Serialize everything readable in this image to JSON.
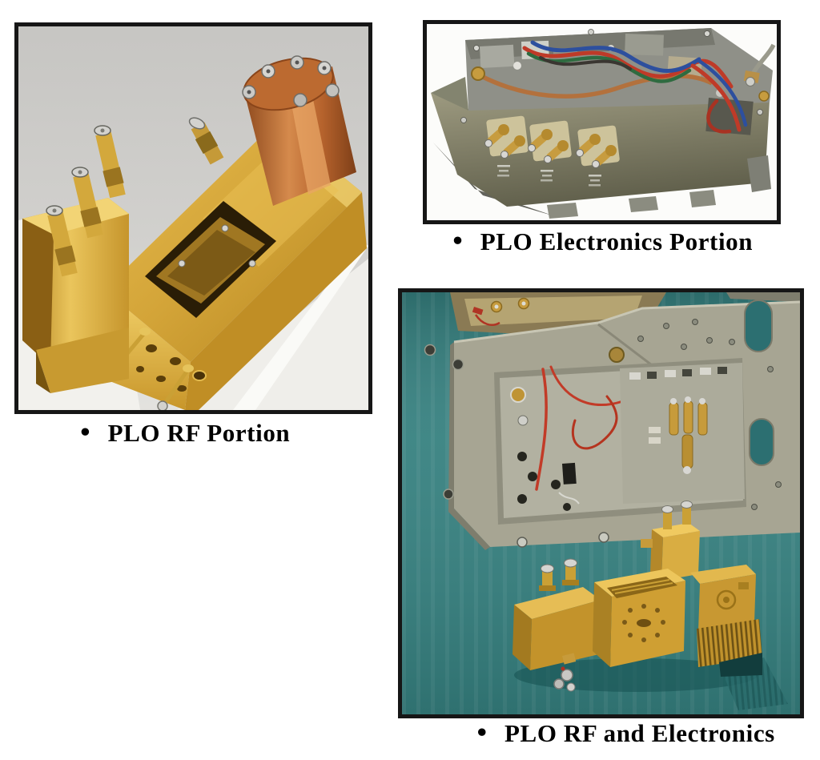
{
  "page": {
    "background": "#ffffff",
    "text_color": "#000000",
    "frame_border_color": "#161616"
  },
  "figures": [
    {
      "bullet": "•",
      "caption": "PLO RF Portion",
      "photo_subject": "gold-plated machined RF block with SMA connectors, copper oscillator cylinder and bias pins",
      "palette": {
        "background": "#cbcac7",
        "surface_white": "#f2f1ed",
        "brass": "#d3a438",
        "brass_bright": "#eec65e",
        "brass_dark": "#7a5513",
        "copper": "#b96a34",
        "steel": "#d3d2ce"
      }
    },
    {
      "bullet": "•",
      "caption": "PLO Electronics Portion",
      "photo_subject": "aluminum electronics chassis with twisted wire harness, copper coax and gold SMA connectors",
      "palette": {
        "background": "#fcfcfa",
        "chassis_top": "#8f9088",
        "chassis_face": "#8a8772",
        "wire_red": "#bf3a28",
        "wire_blue": "#2d4f9e",
        "wire_green": "#2f6b40",
        "copper_coax": "#b3713d",
        "gold": "#c79c3f"
      }
    },
    {
      "bullet": "•",
      "caption": "PLO RF and Electronics",
      "photo_subject": "PLO electronics mounting plate and brass RF assembly on teal work surface",
      "palette": {
        "background": "#35807f",
        "plate": "#a7a593",
        "recess": "#b2b1a1",
        "brass": "#cf9f33",
        "brass_bright": "#e9c157",
        "wire_red": "#c23b28",
        "shadow_teal": "#175454"
      }
    }
  ]
}
